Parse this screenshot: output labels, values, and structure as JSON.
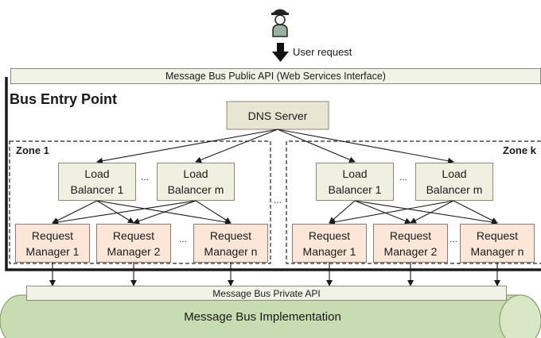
{
  "user_request": "User request",
  "public_api": "Message Bus Public API (Web Services Interface)",
  "entry_point": "Bus Entry Point",
  "dns_server": "DNS Server",
  "zones": [
    {
      "name": "Zone 1",
      "load_balancers": [
        [
          "Load",
          "Balancer 1"
        ],
        [
          "Load",
          "Balancer m"
        ]
      ],
      "request_managers": [
        [
          "Request",
          "Manager 1"
        ],
        [
          "Request",
          "Manager 2"
        ],
        [
          "Request",
          "Manager n"
        ]
      ]
    },
    {
      "name": "Zone k",
      "load_balancers": [
        [
          "Load",
          "Balancer 1"
        ],
        [
          "Load",
          "Balancer m"
        ]
      ],
      "request_managers": [
        [
          "Request",
          "Manager 1"
        ],
        [
          "Request",
          "Manager 2"
        ],
        [
          "Request",
          "Manager n"
        ]
      ]
    }
  ],
  "ellipsis": "...",
  "private_api": "Message Bus Private API",
  "implementation": "Message Bus Implementation",
  "colors": {
    "api_bar": "#f1f3e6",
    "dns_fill": "#e8e6d3",
    "load_balancer_fill": "#f0f0e0",
    "request_manager_fill": "#fbe6d8",
    "cylinder_fill": "#c7dcb0",
    "line": "#1a1a1a"
  },
  "icons": [
    "user-icon",
    "arrow-down-icon"
  ]
}
